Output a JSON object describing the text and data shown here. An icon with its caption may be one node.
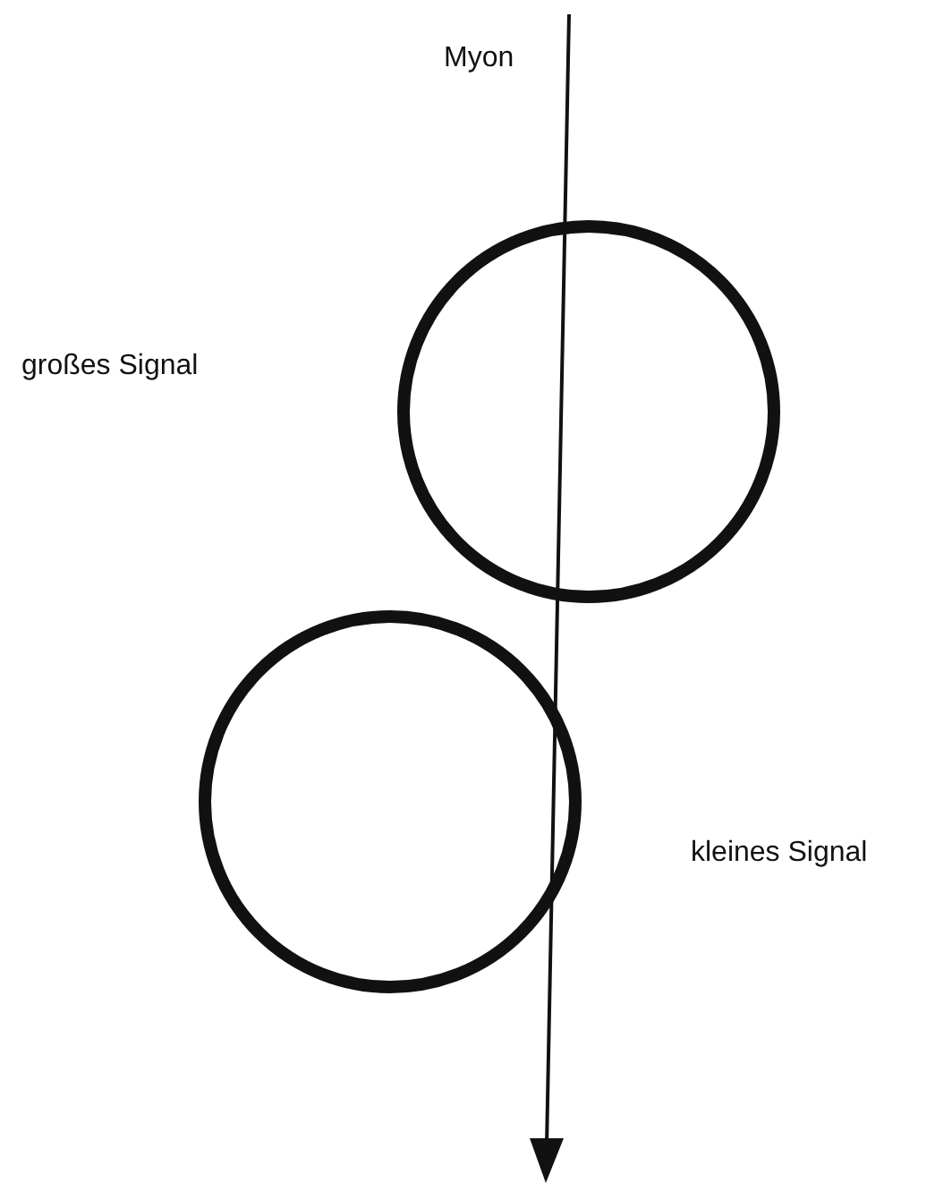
{
  "diagram": {
    "nodes": [
      {
        "text": [],
        "shape": "circle"
      },
      {
        "text": [],
        "shape": "circle"
      }
    ],
    "labels": [
      "Myon",
      "großes Signal",
      "kleines Signal"
    ]
  }
}
